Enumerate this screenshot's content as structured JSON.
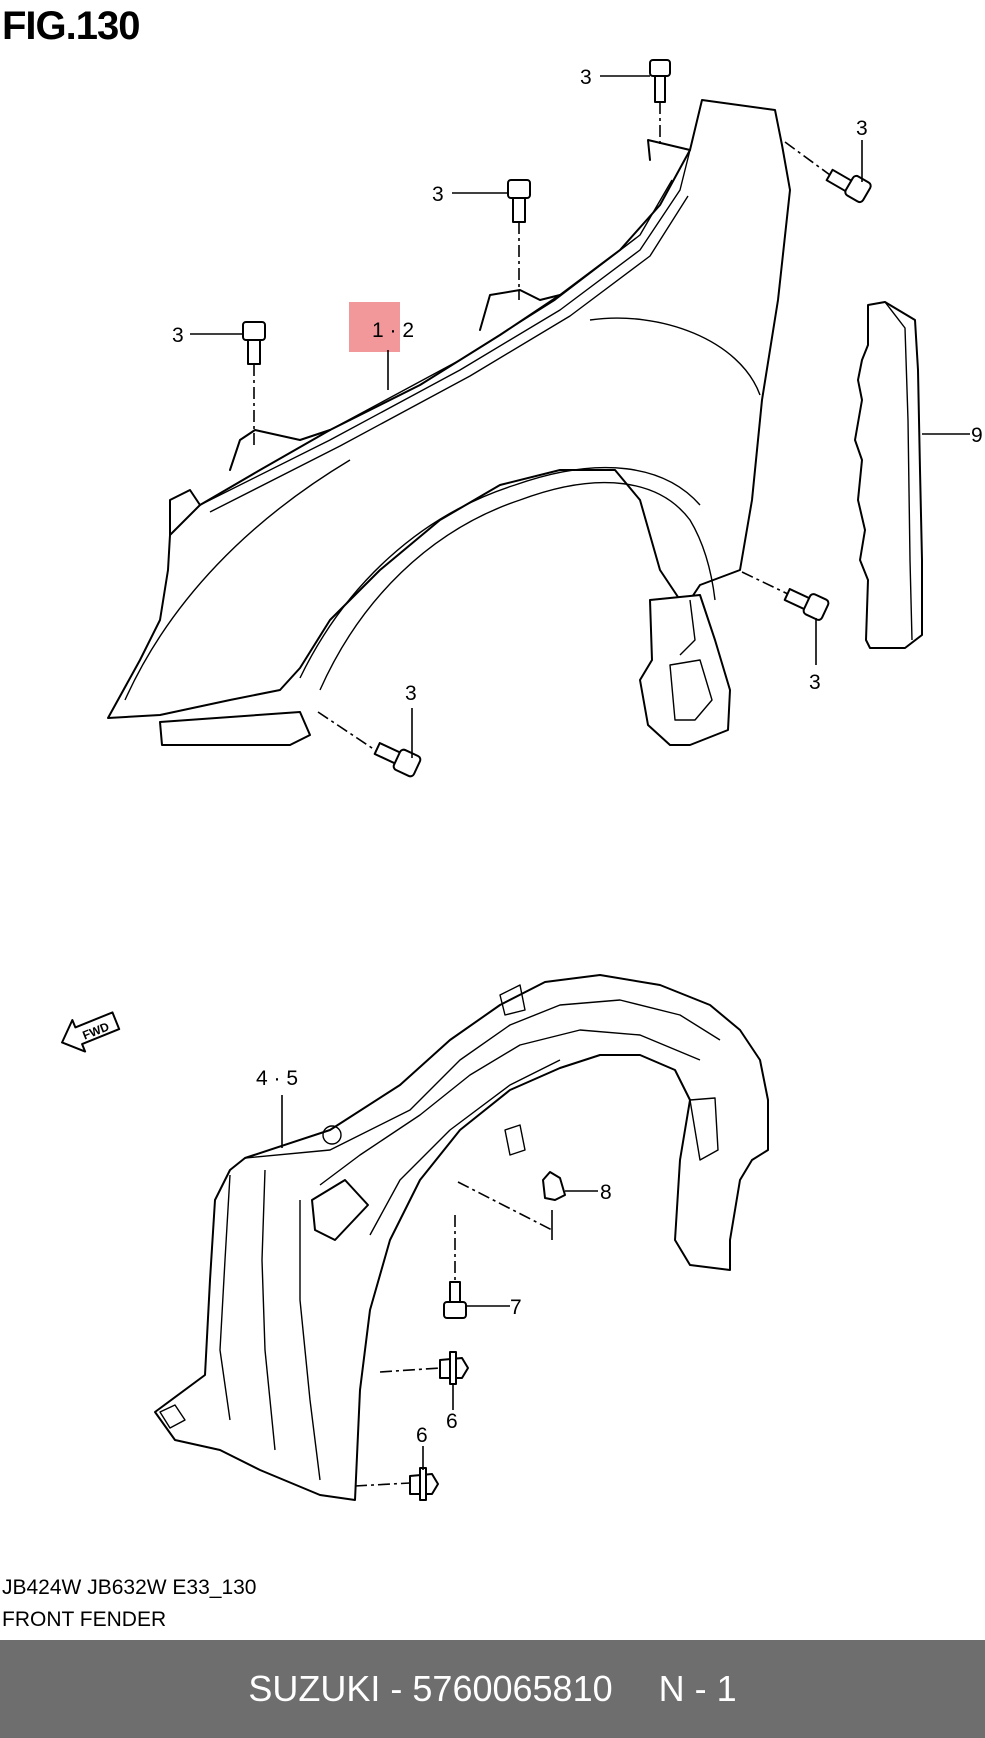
{
  "figure": {
    "title": "FIG.130"
  },
  "labels": {
    "fender": "1 · 2",
    "bolt": "3",
    "liner": "4 · 5",
    "clip": "6",
    "screw": "7",
    "nut": "8",
    "seal": "9",
    "fwd": "FWD"
  },
  "footer": {
    "model_code": "JB424W JB632W E33_130",
    "section_name": "FRONT FENDER"
  },
  "bar": {
    "brand": "SUZUKI",
    "separator": "-",
    "part_number": "5760065810",
    "position": "N - 1"
  },
  "colors": {
    "highlight": "#f0868a",
    "bar_background": "#6e6e6e",
    "bar_text": "#ffffff"
  }
}
